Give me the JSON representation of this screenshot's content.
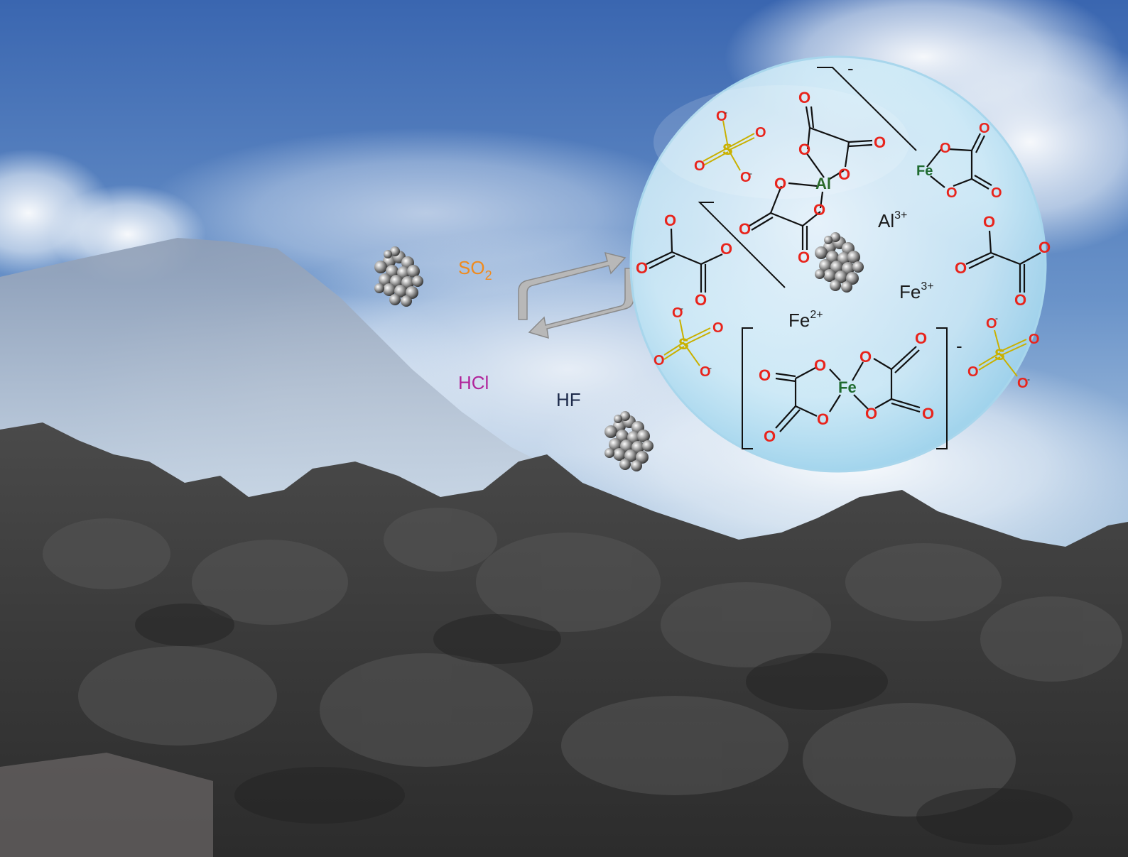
{
  "colors": {
    "sky_top": "#3a66b0",
    "sky_bottom": "#cfe0ee",
    "rock": "#3b3b3b",
    "oxygen": "#e8241c",
    "sulfur": "#c9b000",
    "metal": "#2a6a2a",
    "so2_label": "#f08a1c",
    "hcl_label": "#b0239a",
    "hf_label": "#1d2a4a"
  },
  "icons": [
    "particle-cluster-icon",
    "reaction-cycle-arrows-icon"
  ],
  "gases": {
    "so2": {
      "base": "SO",
      "sub": "2"
    },
    "hcl": "HCl",
    "hf": "HF"
  },
  "bubble": {
    "al3": {
      "base": "Al",
      "sup": "3+"
    },
    "fe3": {
      "base": "Fe",
      "sup": "3+"
    },
    "fe2": {
      "base": "Fe",
      "sup": "2+"
    },
    "complex_charge_top": "-",
    "complex_charge_bottom": "-",
    "atoms": {
      "o": "O",
      "o_minus": "O",
      "minus": "-",
      "s": "S",
      "al": "Al",
      "fe": "Fe"
    }
  }
}
